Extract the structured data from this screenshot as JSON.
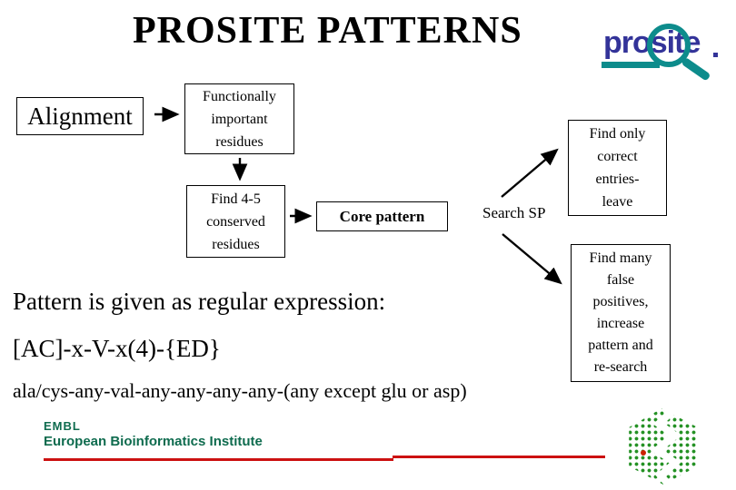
{
  "title": "PROSITE PATTERNS",
  "prosite_logo": {
    "wordmark": "prosite",
    "magnifier_icon": "magnifying-glass"
  },
  "flowchart": {
    "alignment_label": "Alignment",
    "functionally_lines": [
      "Functionally",
      "important",
      "residues"
    ],
    "find45_lines": [
      "Find 4-5",
      "conserved",
      "residues"
    ],
    "core_label": "Core pattern",
    "search_sp_label": "Search SP",
    "find_only_lines": [
      "Find only",
      "correct",
      "entries-",
      "leave"
    ],
    "find_many_lines": [
      "Find many",
      "false",
      "positives,",
      "increase",
      "pattern and",
      "re-search"
    ]
  },
  "body": {
    "intro_line": "Pattern is given as regular expression:",
    "pattern_line": "[AC]-x-V-x(4)-{ED}",
    "explanation_line": "ala/cys-any-val-any-any-any-any-(any except glu or asp)"
  },
  "footer": {
    "embl_label": "EMBL",
    "institute_label": "European Bioinformatics Institute"
  },
  "colors": {
    "logo_blue": "#333399",
    "logo_teal": "#0d8c8c",
    "embl_green": "#0e6b4e",
    "rule_red": "#cc1111",
    "ebi_dot_green": "#249124",
    "ebi_dot_red": "#cc2200",
    "text_black": "#000000",
    "background": "#ffffff"
  }
}
